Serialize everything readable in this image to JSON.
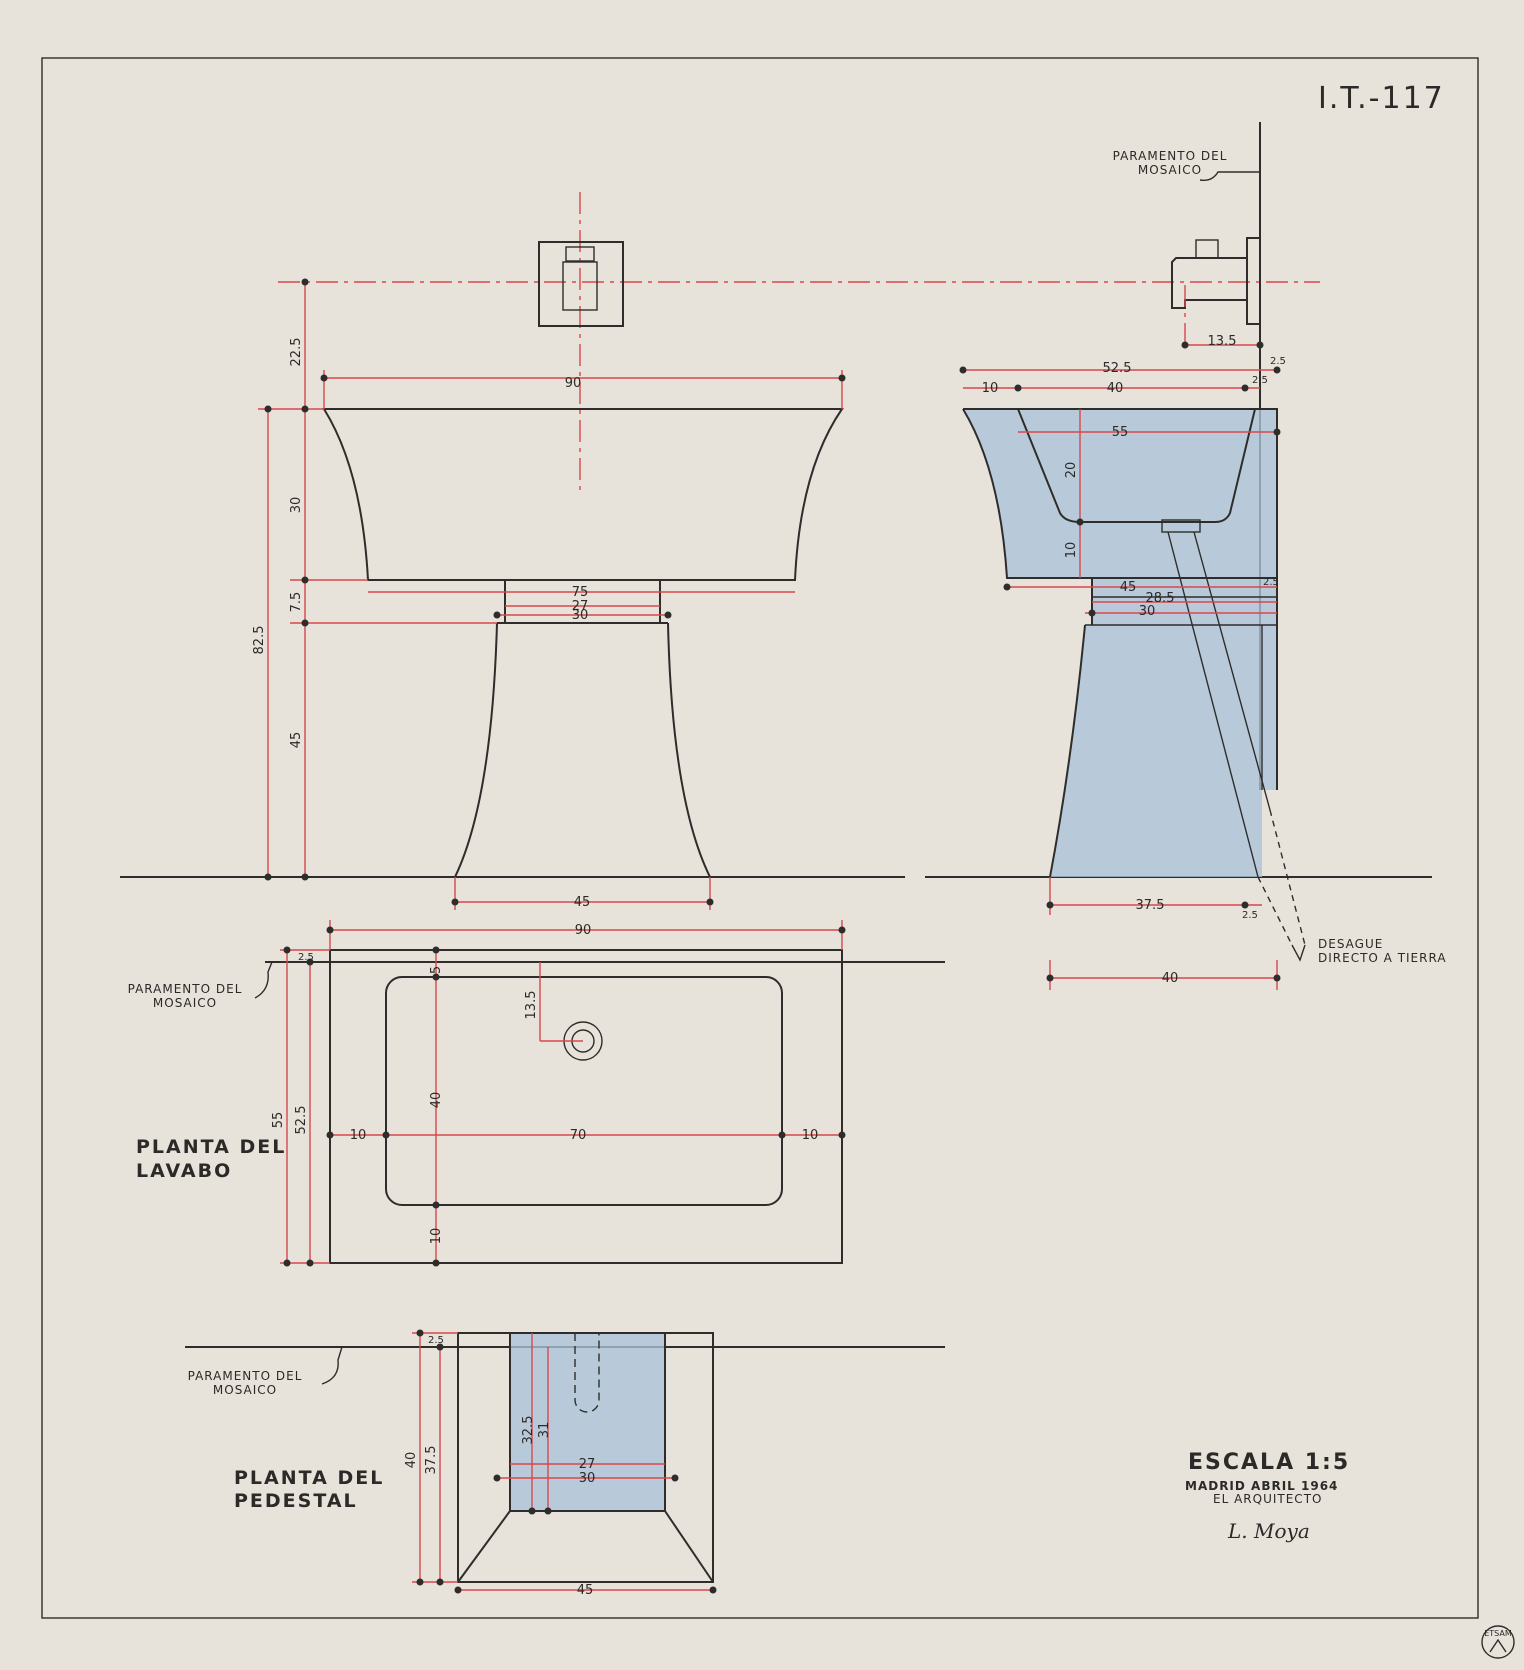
{
  "sheet": {
    "code": "I.T.-117",
    "colors": {
      "paper": "#e7e2da",
      "ink": "#2e2d2b",
      "dimension": "#d8474c",
      "fill": "#aac3d8"
    }
  },
  "labels": {
    "paramento_top": [
      "PARAMENTO DEL",
      "MOSAICO"
    ],
    "paramento_lavabo": [
      "PARAMENTO DEL",
      "MOSAICO"
    ],
    "paramento_pedestal": [
      "PARAMENTO DEL",
      "MOSAICO"
    ],
    "desague": [
      "DESAGUE",
      "DIRECTO A TIERRA"
    ],
    "planta_lavabo": [
      "PLANTA DEL",
      "LAVABO"
    ],
    "planta_pedestal": [
      "PLANTA DEL",
      "PEDESTAL"
    ]
  },
  "title_block": {
    "scale": "ESCALA 1:5",
    "place_date": "MADRID  ABRIL  1964",
    "role": "EL  ARQUITECTO",
    "signature": "L. Moya",
    "stamp": "ETSAM"
  },
  "dims": {
    "front": {
      "top_width": "90",
      "h_upper": "22.5",
      "h_basin": "30",
      "h_total": "82.5",
      "h_neck": "7.5",
      "h_pedestal": "45",
      "w_75": "75",
      "w_27": "27",
      "w_30": "30",
      "w_base": "45"
    },
    "side": {
      "w_135": "13.5",
      "w_25a": "2.5",
      "w_525": "52.5",
      "w_10": "10",
      "w_40": "40",
      "w_25b": "2.5",
      "w_55": "55",
      "h_20": "20",
      "h_10": "10",
      "w_45": "45",
      "w_25c": "2.5",
      "w_285": "28.5",
      "w_30": "30",
      "w_375": "37.5",
      "w_25d": "2.5",
      "w_40b": "40"
    },
    "plan_lavabo": {
      "w_90": "90",
      "h_25": "2.5",
      "h_5": "5",
      "h_135": "13.5",
      "h_55": "55",
      "h_525": "52.5",
      "h_40": "40",
      "w_10a": "10",
      "w_70": "70",
      "w_10b": "10",
      "h_10": "10"
    },
    "plan_pedestal": {
      "h_25": "2.5",
      "h_40": "40",
      "h_375": "37.5",
      "h_325": "32.5",
      "h_31": "31",
      "w_27": "27",
      "w_30": "30",
      "w_45": "45"
    }
  }
}
